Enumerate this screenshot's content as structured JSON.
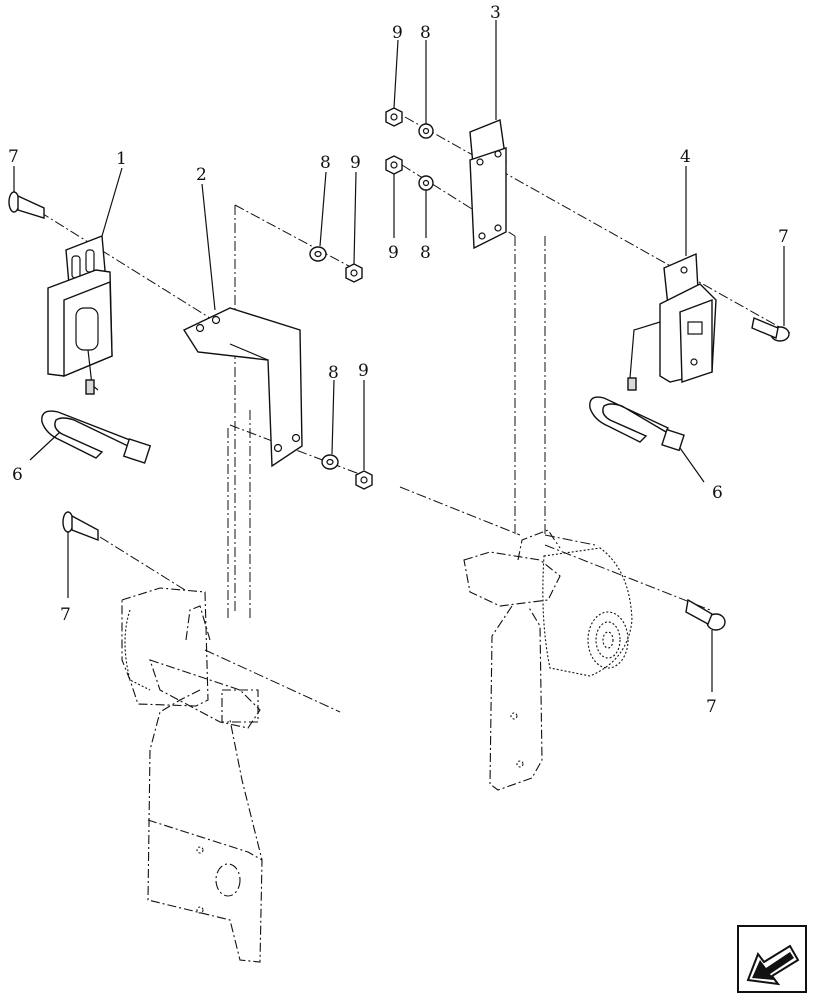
{
  "callouts": [
    {
      "id": "c1",
      "text": "1"
    },
    {
      "id": "c2",
      "text": "2"
    },
    {
      "id": "c3",
      "text": "3"
    },
    {
      "id": "c4",
      "text": "4"
    },
    {
      "id": "c6a",
      "text": "6"
    },
    {
      "id": "c6b",
      "text": "6"
    },
    {
      "id": "c7a",
      "text": "7"
    },
    {
      "id": "c7b",
      "text": "7"
    },
    {
      "id": "c7c",
      "text": "7"
    },
    {
      "id": "c7d",
      "text": "7"
    },
    {
      "id": "c8a",
      "text": "8"
    },
    {
      "id": "c8b",
      "text": "8"
    },
    {
      "id": "c8c",
      "text": "8"
    },
    {
      "id": "c8d",
      "text": "8"
    },
    {
      "id": "c9a",
      "text": "9"
    },
    {
      "id": "c9b",
      "text": "9"
    },
    {
      "id": "c9c",
      "text": "9"
    },
    {
      "id": "c9d",
      "text": "9"
    }
  ],
  "navigation": {
    "icon": "arrow-back-icon"
  }
}
